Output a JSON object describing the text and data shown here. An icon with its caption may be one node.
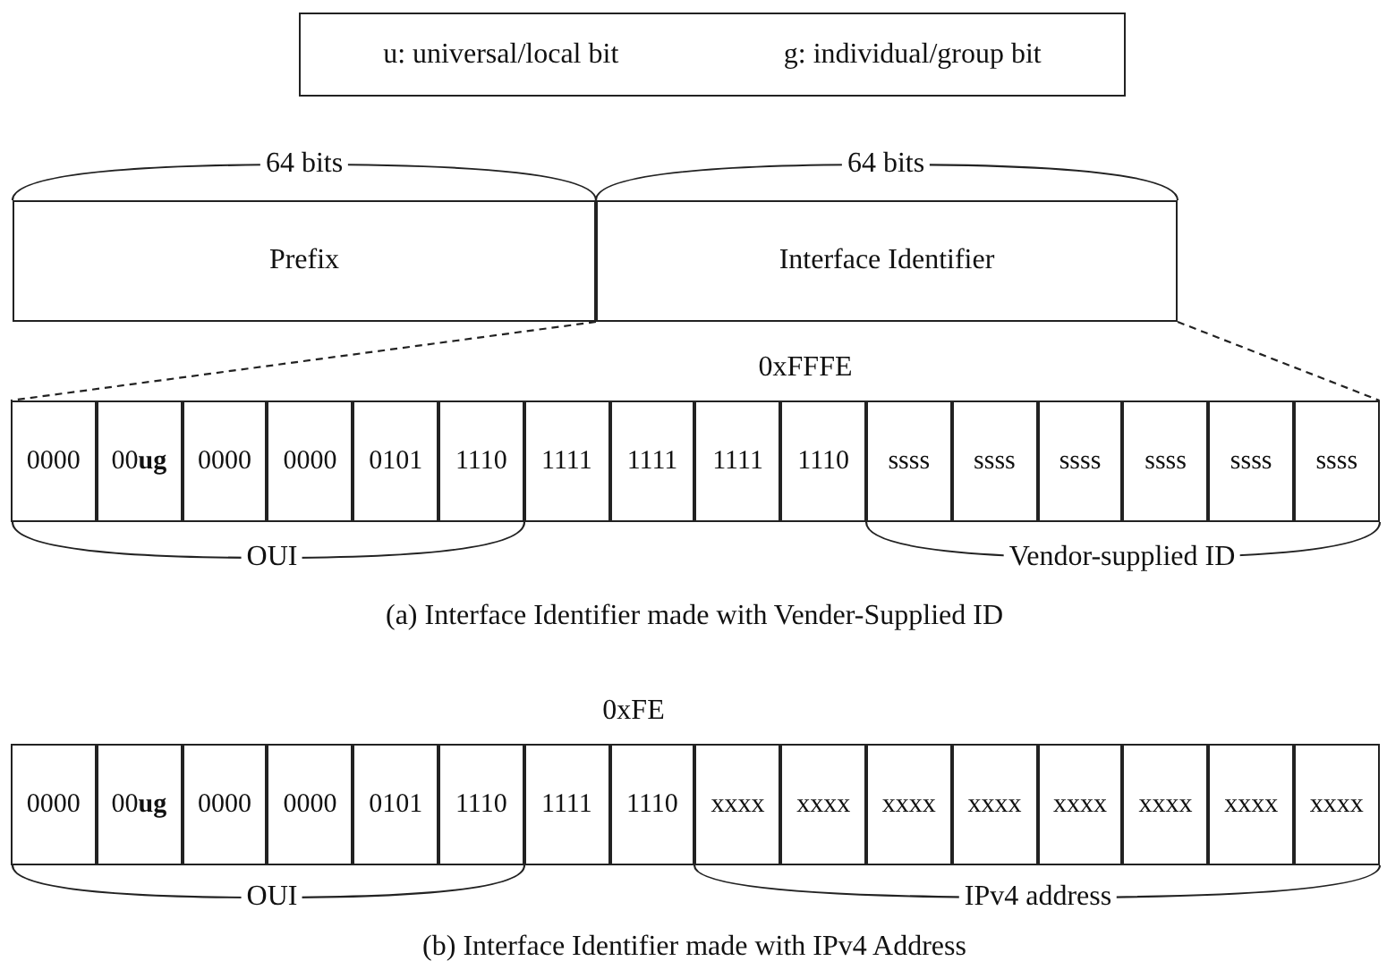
{
  "diagram": {
    "nodes": [
      {
        "text": [
          "u: universal/local bit",
          "g: individual/group bit"
        ]
      },
      {
        "text": [
          "Prefix"
        ]
      },
      {
        "text": [
          "Interface Identifier"
        ]
      },
      {
        "text": [
          "0000"
        ]
      },
      {
        "text": [
          "00**ug**"
        ]
      },
      {
        "text": [
          "0000"
        ]
      },
      {
        "text": [
          "0000"
        ]
      },
      {
        "text": [
          "0101"
        ]
      },
      {
        "text": [
          "1110"
        ]
      },
      {
        "text": [
          "1111"
        ]
      },
      {
        "text": [
          "1111"
        ]
      },
      {
        "text": [
          "1111"
        ]
      },
      {
        "text": [
          "1110"
        ]
      },
      {
        "text": [
          "ssss"
        ]
      },
      {
        "text": [
          "ssss"
        ]
      },
      {
        "text": [
          "ssss"
        ]
      },
      {
        "text": [
          "ssss"
        ]
      },
      {
        "text": [
          "ssss"
        ]
      },
      {
        "text": [
          "ssss"
        ]
      },
      {
        "text": [
          "0000"
        ]
      },
      {
        "text": [
          "00**ug**"
        ]
      },
      {
        "text": [
          "0000"
        ]
      },
      {
        "text": [
          "0000"
        ]
      },
      {
        "text": [
          "0101"
        ]
      },
      {
        "text": [
          "1110"
        ]
      },
      {
        "text": [
          "1111"
        ]
      },
      {
        "text": [
          "1110"
        ]
      },
      {
        "text": [
          "xxxx"
        ]
      },
      {
        "text": [
          "xxxx"
        ]
      },
      {
        "text": [
          "xxxx"
        ]
      },
      {
        "text": [
          "xxxx"
        ]
      },
      {
        "text": [
          "xxxx"
        ]
      },
      {
        "text": [
          "xxxx"
        ]
      },
      {
        "text": [
          "xxxx"
        ]
      },
      {
        "text": [
          "xxxx"
        ]
      }
    ],
    "edges": [
      {
        "from": 2,
        "to": 3,
        "arrow": "none",
        "style": "dashed"
      },
      {
        "from": 2,
        "to": 18,
        "arrow": "none",
        "style": "dashed"
      }
    ],
    "labels": [
      "64 bits",
      "64 bits",
      "0xFFFE",
      "OUI",
      "Vendor-supplied ID",
      "(a) Interface Identifier made with Vender-Supplied ID",
      "0xFE",
      "OUI",
      "IPv4 address",
      "(b) Interface Identifier made with IPv4 Address"
    ]
  }
}
